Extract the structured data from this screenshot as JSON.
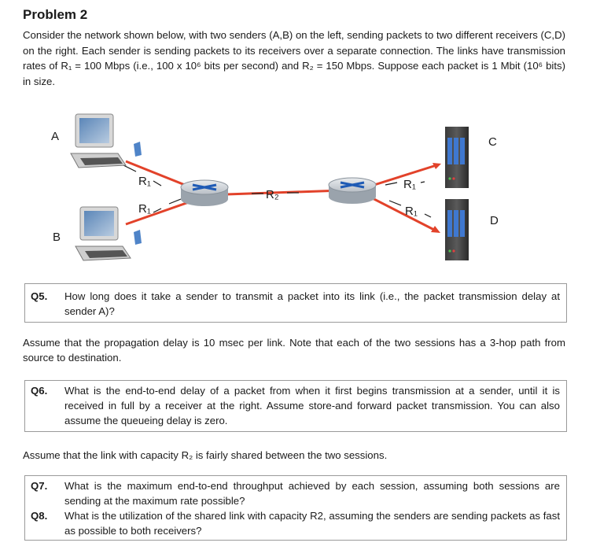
{
  "title": "Problem 2",
  "intro": "Consider the network shown below, with two senders (A,B) on the left, sending packets to two different receivers (C,D) on the right.  Each sender is sending packets to its receivers over a separate connection. The links have transmission rates of R₁ = 100 Mbps (i.e., 100 x 10⁶ bits per second) and R₂ = 150 Mbps.  Suppose each packet is 1 Mbit (10⁶ bits) in size.",
  "diagram": {
    "node_a": "A",
    "node_b": "B",
    "node_c": "C",
    "node_d": "D",
    "link_r1": "R₁",
    "link_r2": "R₂"
  },
  "questions": [
    {
      "num": "Q5.",
      "text": "How long does it take a sender to transmit a packet into its link (i.e., the packet transmission delay at sender A)?"
    },
    {
      "num": "Q6.",
      "text": "What is the end-to-end delay of a packet from when it first begins transmission at a sender, until it is received in full by a receiver at the right.  Assume store-and forward packet transmission. You can also assume the queueing delay is zero."
    },
    {
      "num": "Q7.",
      "text": "What is the maximum end-to-end throughput achieved by each session, assuming both sessions are sending at the maximum rate possible?"
    },
    {
      "num": "Q8.",
      "text": "What is the utilization of the shared link with capacity R2, assuming the senders are sending packets as fast as possible to both receivers?"
    }
  ],
  "para1": "Assume that the propagation delay is 10 msec per link. Note that each of the two sessions has a 3-hop path from source to destination.",
  "para2": "Assume that the link with capacity R₂ is fairly shared between the two sessions."
}
